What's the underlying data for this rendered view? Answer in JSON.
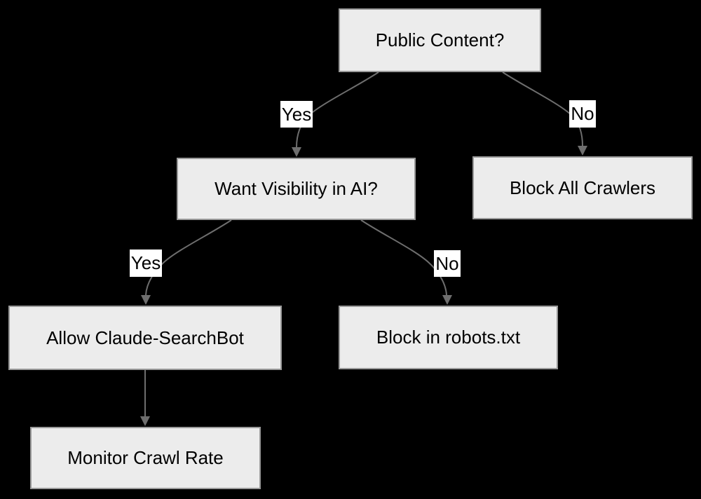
{
  "diagram": {
    "type": "flowchart",
    "nodes": [
      {
        "id": "public-content",
        "label": "Public Content?"
      },
      {
        "id": "want-visibility",
        "label": "Want Visibility in AI?"
      },
      {
        "id": "block-all-crawlers",
        "label": "Block All Crawlers"
      },
      {
        "id": "allow-claude-searchbot",
        "label": "Allow Claude-SearchBot"
      },
      {
        "id": "block-in-robots",
        "label": "Block in robots.txt"
      },
      {
        "id": "monitor-crawl-rate",
        "label": "Monitor Crawl Rate"
      }
    ],
    "edges": [
      {
        "from": "public-content",
        "to": "want-visibility",
        "label": "Yes"
      },
      {
        "from": "public-content",
        "to": "block-all-crawlers",
        "label": "No"
      },
      {
        "from": "want-visibility",
        "to": "allow-claude-searchbot",
        "label": "Yes"
      },
      {
        "from": "want-visibility",
        "to": "block-in-robots",
        "label": "No"
      },
      {
        "from": "allow-claude-searchbot",
        "to": "monitor-crawl-rate",
        "label": ""
      }
    ],
    "colors": {
      "background": "#000000",
      "node_fill": "#ececec",
      "node_border": "#999999",
      "edge_stroke": "#6e6e6e",
      "edge_label_background": "#ffffff",
      "text": "#000000"
    }
  }
}
